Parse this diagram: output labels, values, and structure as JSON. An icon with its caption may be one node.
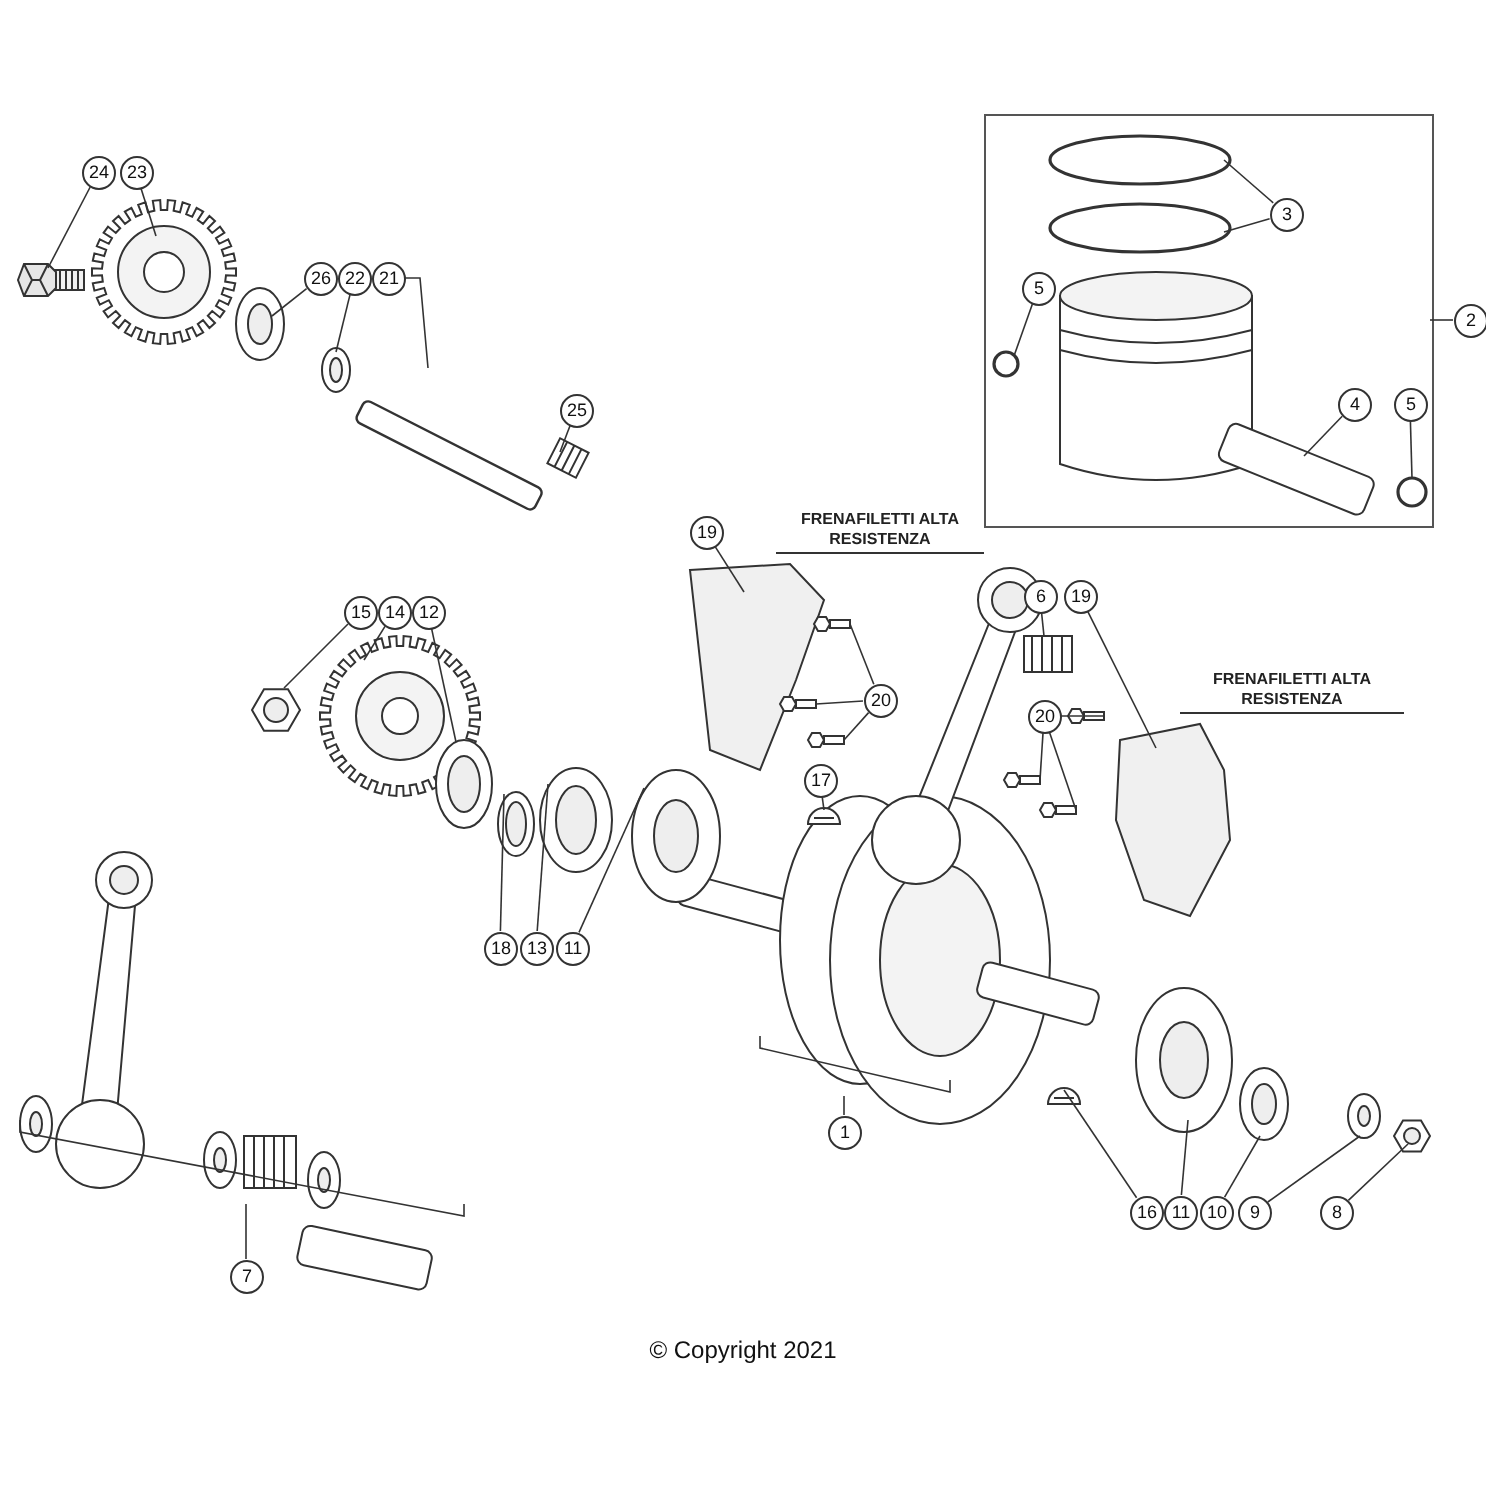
{
  "diagram": {
    "nodes": [
      {
        "text": [],
        "shape": "box"
      },
      {
        "text": [
          "2"
        ]
      },
      {
        "text": [
          "3"
        ],
        "in": 0
      },
      {
        "text": [
          "5"
        ],
        "in": 0
      },
      {
        "text": [
          "4"
        ],
        "in": 0
      },
      {
        "text": [
          "5"
        ],
        "in": 0
      },
      {
        "text": [
          "24"
        ]
      },
      {
        "text": [
          "23"
        ]
      },
      {
        "text": [
          "26"
        ]
      },
      {
        "text": [
          "22"
        ]
      },
      {
        "text": [
          "21"
        ]
      },
      {
        "text": [
          "25"
        ]
      },
      {
        "text": [
          "19"
        ]
      },
      {
        "text": [
          "6"
        ]
      },
      {
        "text": [
          "19"
        ]
      },
      {
        "text": [
          "15"
        ]
      },
      {
        "text": [
          "14"
        ]
      },
      {
        "text": [
          "12"
        ]
      },
      {
        "text": [
          "20"
        ]
      },
      {
        "text": [
          "20"
        ]
      },
      {
        "text": [
          "17"
        ]
      },
      {
        "text": [
          "18"
        ]
      },
      {
        "text": [
          "13"
        ]
      },
      {
        "text": [
          "11"
        ]
      },
      {
        "text": [
          "1"
        ]
      },
      {
        "text": [
          "16"
        ]
      },
      {
        "text": [
          "11"
        ]
      },
      {
        "text": [
          "10"
        ]
      },
      {
        "text": [
          "9"
        ]
      },
      {
        "text": [
          "8"
        ]
      },
      {
        "text": [
          "7"
        ]
      },
      {
        "text": [],
        "shape": "picture"
      },
      {
        "text": [],
        "shape": "picture"
      },
      {
        "text": [],
        "shape": "picture"
      },
      {
        "text": [],
        "shape": "picture"
      },
      {
        "text": [],
        "shape": "bar"
      },
      {
        "text": [],
        "shape": "picture"
      },
      {
        "text": [],
        "shape": "circle",
        "in": 0
      },
      {
        "text": [],
        "shape": "circle",
        "in": 0
      },
      {
        "text": [],
        "shape": "circle",
        "in": 0
      },
      {
        "text": [],
        "shape": "picture",
        "in": 0
      },
      {
        "text": [],
        "shape": "circle",
        "in": 0
      },
      {
        "text": [],
        "shape": "picture"
      },
      {
        "text": [],
        "shape": "picture"
      },
      {
        "text": [],
        "shape": "picture"
      },
      {
        "text": [],
        "shape": "picture"
      },
      {
        "text": [],
        "shape": "picture"
      },
      {
        "text": [],
        "shape": "picture"
      },
      {
        "text": [],
        "shape": "picture"
      },
      {
        "text": [],
        "shape": "picture"
      },
      {
        "text": [],
        "shape": "picture"
      },
      {
        "text": [],
        "shape": "picture"
      },
      {
        "text": [],
        "shape": "picture"
      },
      {
        "text": [],
        "shape": "picture"
      },
      {
        "text": [],
        "shape": "picture"
      },
      {
        "text": [],
        "shape": "picture"
      },
      {
        "text": [],
        "shape": "picture"
      },
      {
        "text": [],
        "shape": "picture"
      },
      {
        "text": [],
        "shape": "picture"
      },
      {
        "text": [],
        "shape": "picture"
      },
      {
        "text": [],
        "shape": "picture"
      },
      {
        "text": [],
        "shape": "picture"
      },
      {
        "text": [],
        "shape": "picture"
      }
    ],
    "edges": [
      {
        "from": 1,
        "to": 0,
        "arrow": "none"
      },
      {
        "from": 2,
        "to": 37,
        "arrow": "none"
      },
      {
        "from": 2,
        "to": 38,
        "arrow": "none"
      },
      {
        "from": 3,
        "to": 39,
        "arrow": "none"
      },
      {
        "from": 4,
        "to": 40,
        "arrow": "none"
      },
      {
        "from": 5,
        "to": 41,
        "arrow": "none"
      },
      {
        "from": 6,
        "to": 31,
        "arrow": "none"
      },
      {
        "from": 7,
        "to": 32,
        "arrow": "none"
      },
      {
        "from": 8,
        "to": 33,
        "arrow": "none"
      },
      {
        "from": 9,
        "to": 34,
        "arrow": "none"
      },
      {
        "from": 10,
        "to": 35,
        "arrow": "none"
      },
      {
        "from": 11,
        "to": 36,
        "arrow": "none"
      },
      {
        "from": 12,
        "to": 42,
        "arrow": "none"
      },
      {
        "from": 13,
        "to": 43,
        "arrow": "none"
      },
      {
        "from": 14,
        "to": 44,
        "arrow": "none"
      },
      {
        "from": 15,
        "to": 45,
        "arrow": "none"
      },
      {
        "from": 16,
        "to": 46,
        "arrow": "none"
      },
      {
        "from": 17,
        "to": 47,
        "arrow": "none"
      },
      {
        "from": 18,
        "to": 48,
        "arrow": "none"
      },
      {
        "from": 18,
        "to": 49,
        "arrow": "none"
      },
      {
        "from": 18,
        "to": 50,
        "arrow": "none"
      },
      {
        "from": 19,
        "to": 51,
        "arrow": "none"
      },
      {
        "from": 19,
        "to": 52,
        "arrow": "none"
      },
      {
        "from": 19,
        "to": 53,
        "arrow": "none"
      },
      {
        "from": 20,
        "to": 54,
        "arrow": "none"
      },
      {
        "from": 21,
        "to": 55,
        "arrow": "none"
      },
      {
        "from": 22,
        "to": 56,
        "arrow": "none"
      },
      {
        "from": 23,
        "to": 57,
        "arrow": "none"
      },
      {
        "from": 24,
        "to": null,
        "arrow": "none"
      },
      {
        "from": 25,
        "to": 58,
        "arrow": "none"
      },
      {
        "from": 26,
        "to": 59,
        "arrow": "none"
      },
      {
        "from": 27,
        "to": 60,
        "arrow": "none"
      },
      {
        "from": 28,
        "to": 61,
        "arrow": "none"
      },
      {
        "from": 29,
        "to": 62,
        "arrow": "none"
      },
      {
        "from": 30,
        "to": null,
        "arrow": "none"
      }
    ],
    "labels": [
      "FRENAFILETTI ALTA RESISTENZA",
      "FRENAFILETTI ALTA RESISTENZA",
      "© Copyright 2021"
    ]
  }
}
